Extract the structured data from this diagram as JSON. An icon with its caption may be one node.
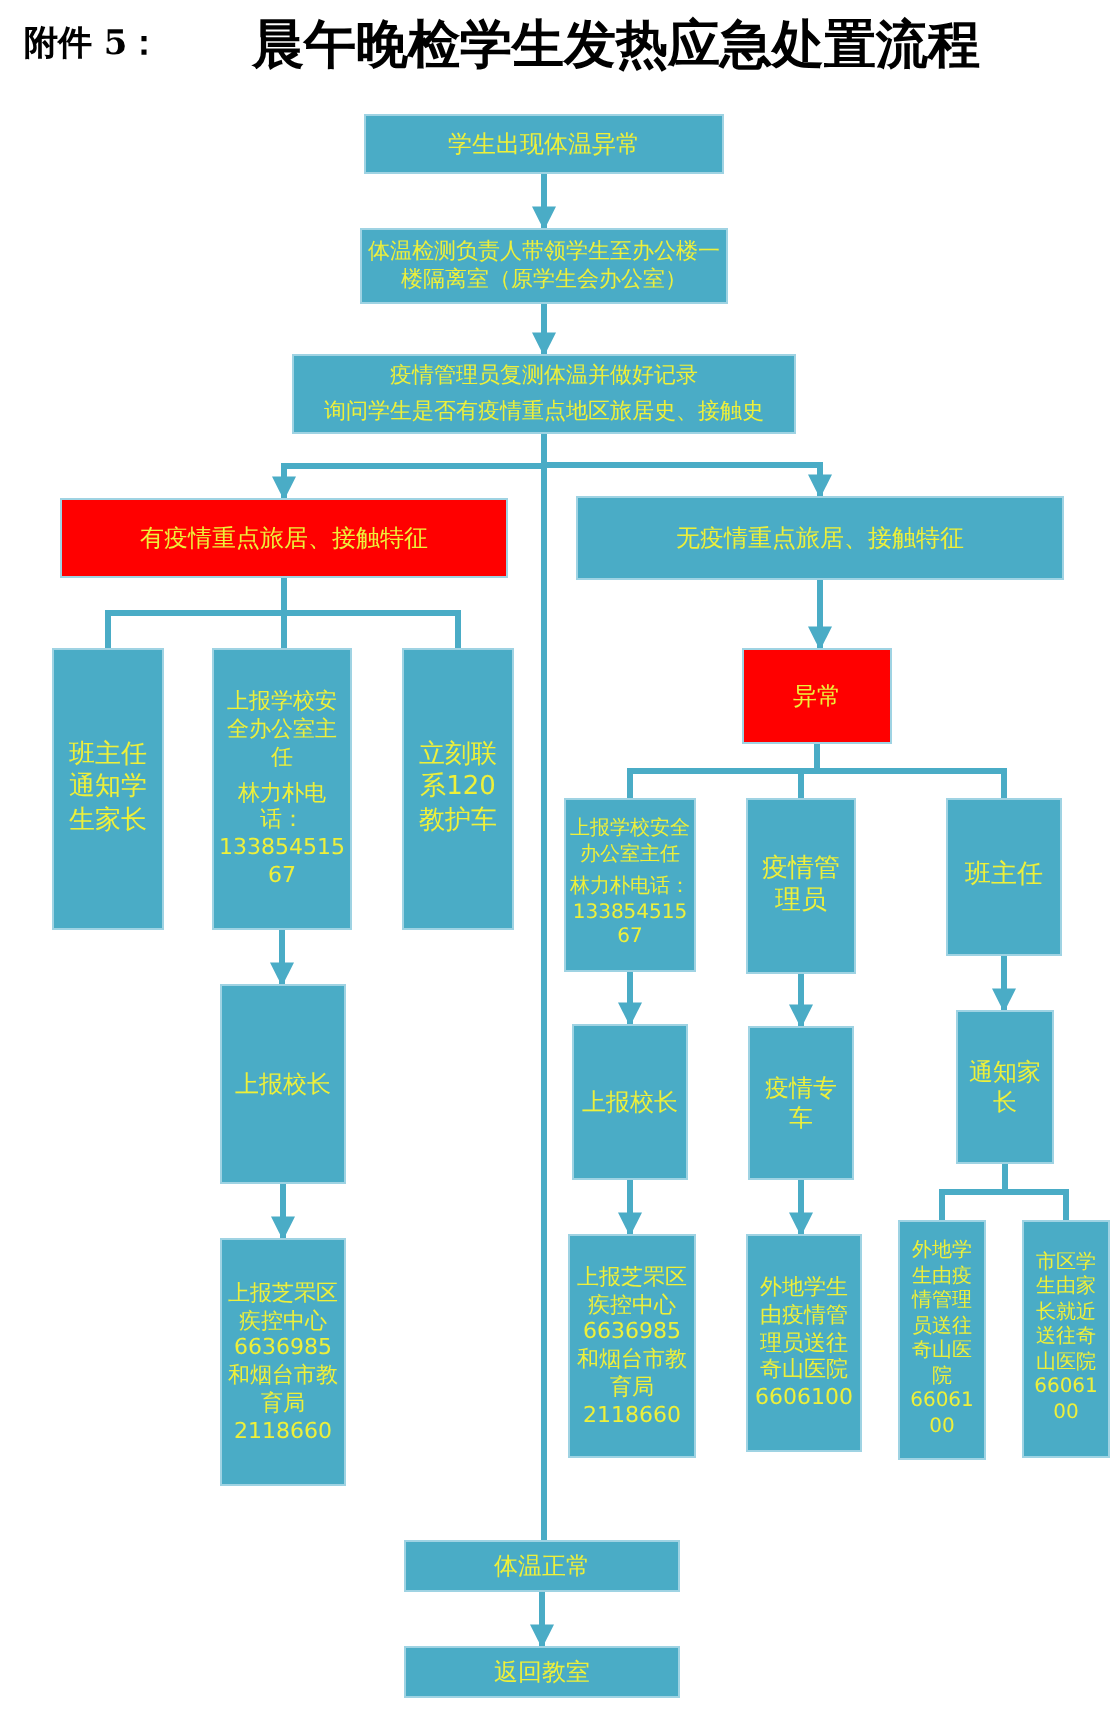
{
  "diagram": {
    "title": "晨午晚检学生发热应急处置流程",
    "labels": [
      "附件 5："
    ],
    "nodes": [
      {
        "text": [
          "学生出现体温异常"
        ]
      },
      {
        "text": [
          "体温检测负责人带领学生至办公楼一楼隔离室（原学生会办公室）"
        ]
      },
      {
        "text": [
          "疫情管理员复测体温并做好记录",
          "询问学生是否有疫情重点地区旅居史、接触史"
        ]
      },
      {
        "text": [
          "有疫情重点旅居、接触特征"
        ]
      },
      {
        "text": [
          "无疫情重点旅居、接触特征"
        ]
      },
      {
        "text": [
          "班主任通知学生家长"
        ]
      },
      {
        "text": [
          "上报学校安全办公室主任",
          "林力朴电话：13385451567"
        ]
      },
      {
        "text": [
          "立刻联系120教护车"
        ]
      },
      {
        "text": [
          "上报校长"
        ]
      },
      {
        "text": [
          "上报芝罘区疾控中心6636985和烟台市教育局2118660"
        ]
      },
      {
        "text": [
          "异常"
        ]
      },
      {
        "text": [
          "上报学校安全办公室主任",
          "林力朴电话：13385451567"
        ]
      },
      {
        "text": [
          "疫情管理员"
        ]
      },
      {
        "text": [
          "班主任"
        ]
      },
      {
        "text": [
          "上报校长"
        ]
      },
      {
        "text": [
          "疫情专车"
        ]
      },
      {
        "text": [
          "通知家长"
        ]
      },
      {
        "text": [
          "上报芝罘区疾控中心6636985和烟台市教育局2118660"
        ]
      },
      {
        "text": [
          "外地学生由疫情管理员送往奇山医院6606100"
        ]
      },
      {
        "text": [
          "外地学生由疫情管理员送往奇山医院6606100"
        ]
      },
      {
        "text": [
          "市区学生由家长就近送往奇山医院6606100"
        ]
      },
      {
        "text": [
          "体温正常"
        ]
      },
      {
        "text": [
          "返回教室"
        ]
      }
    ],
    "edges": [
      {
        "from": 0,
        "to": 1,
        "arrow": "to"
      },
      {
        "from": 1,
        "to": 2,
        "arrow": "to"
      },
      {
        "from": 2,
        "to": 3,
        "arrow": "to"
      },
      {
        "from": 2,
        "to": 4,
        "arrow": "to"
      },
      {
        "from": 2,
        "to": 21,
        "arrow": "none"
      },
      {
        "from": 3,
        "to": 5,
        "arrow": "none"
      },
      {
        "from": 3,
        "to": 6,
        "arrow": "none"
      },
      {
        "from": 3,
        "to": 7,
        "arrow": "none"
      },
      {
        "from": 6,
        "to": 8,
        "arrow": "to"
      },
      {
        "from": 8,
        "to": 9,
        "arrow": "to"
      },
      {
        "from": 4,
        "to": 10,
        "arrow": "to"
      },
      {
        "from": 10,
        "to": 11,
        "arrow": "none"
      },
      {
        "from": 10,
        "to": 12,
        "arrow": "none"
      },
      {
        "from": 10,
        "to": 13,
        "arrow": "none"
      },
      {
        "from": 11,
        "to": 14,
        "arrow": "to"
      },
      {
        "from": 12,
        "to": 15,
        "arrow": "to"
      },
      {
        "from": 13,
        "to": 16,
        "arrow": "to"
      },
      {
        "from": 14,
        "to": 17,
        "arrow": "to"
      },
      {
        "from": 15,
        "to": 18,
        "arrow": "to"
      },
      {
        "from": 16,
        "to": 19,
        "arrow": "none"
      },
      {
        "from": 16,
        "to": 20,
        "arrow": "none"
      },
      {
        "from": 21,
        "to": 22,
        "arrow": "to"
      }
    ]
  }
}
